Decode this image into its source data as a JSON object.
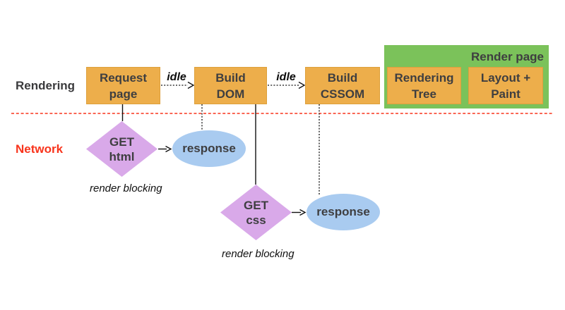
{
  "colors": {
    "process_box_orange": "#EDAE4B",
    "group_green": "#7BC25A",
    "request_diamond_purple": "#D9A9E9",
    "response_ellipse_blue": "#A9CBF0",
    "network_red": "#F8341C",
    "text_dark_gray": "#3E3E40",
    "annotation_black": "#101010"
  },
  "rows": {
    "rendering": {
      "label": "Rendering"
    },
    "network": {
      "label": "Network"
    }
  },
  "rendering_steps": {
    "request_page": {
      "line1": "Request",
      "line2": "page"
    },
    "build_dom": {
      "line1": "Build",
      "line2": "DOM"
    },
    "build_cssom": {
      "line1": "Build",
      "line2": "CSSOM"
    },
    "rendering_tree": {
      "line1": "Rendering",
      "line2": "Tree"
    },
    "layout_paint": {
      "line1": "Layout +",
      "line2": "Paint"
    }
  },
  "render_page_group": {
    "label": "Render page"
  },
  "transitions": {
    "idle_1": {
      "label": "idle"
    },
    "idle_2": {
      "label": "idle"
    }
  },
  "network_nodes": {
    "get_html": {
      "line1": "GET",
      "line2": "html"
    },
    "response_html": {
      "label": "response"
    },
    "get_css": {
      "line1": "GET",
      "line2": "css"
    },
    "response_css": {
      "label": "response"
    }
  },
  "annotations": {
    "render_blocking_html": {
      "label": "render blocking"
    },
    "render_blocking_css": {
      "label": "render blocking"
    }
  }
}
